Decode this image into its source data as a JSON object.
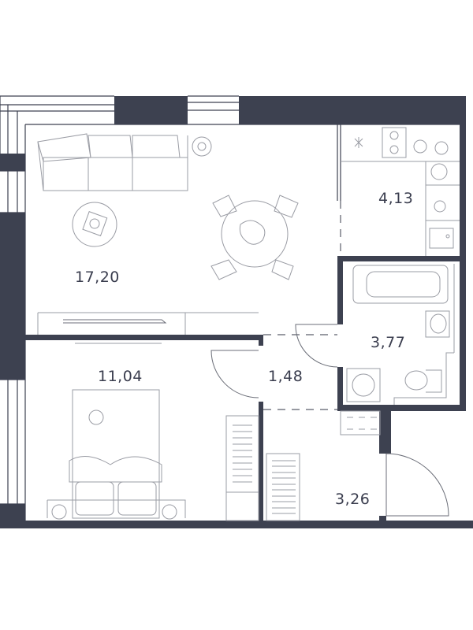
{
  "colors": {
    "wall": "#3d4150",
    "furniture": "#9a9ca4",
    "label": "#3a3d4e",
    "background": "#ffffff"
  },
  "rooms": {
    "living": {
      "area": "17,20"
    },
    "kitchen": {
      "area": "4,13"
    },
    "bathroom": {
      "area": "3,77"
    },
    "bedroom": {
      "area": "11,04"
    },
    "corridor": {
      "area": "1,48"
    },
    "hall": {
      "area": "3,26"
    }
  }
}
